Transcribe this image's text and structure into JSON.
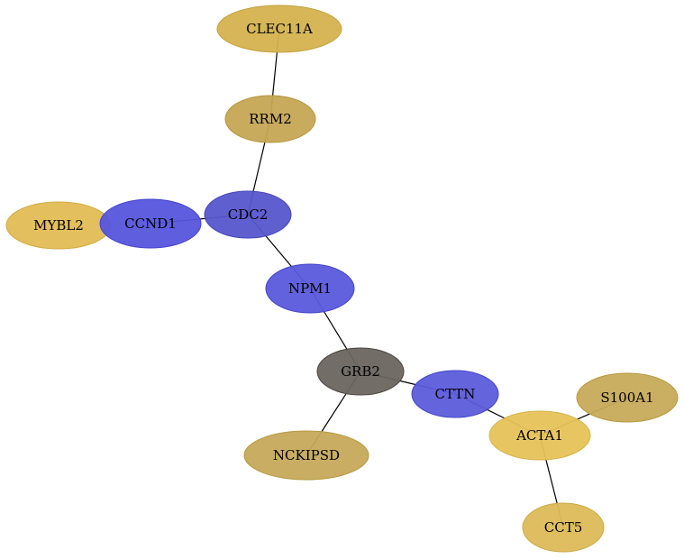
{
  "graph": {
    "nodes": [
      {
        "id": "CLEC11A",
        "label": "CLEC11A",
        "color": "#d4b24e",
        "stroke": "#c4a23e"
      },
      {
        "id": "RRM2",
        "label": "RRM2",
        "color": "#c6a655",
        "stroke": "#b6963e"
      },
      {
        "id": "MYBL2",
        "label": "MYBL2",
        "color": "#e1bc55",
        "stroke": "#d1ac45"
      },
      {
        "id": "CCND1",
        "label": "CCND1",
        "color": "#5555dd",
        "stroke": "#4444cc"
      },
      {
        "id": "CDC2",
        "label": "CDC2",
        "color": "#5656cc",
        "stroke": "#4646bb"
      },
      {
        "id": "NPM1",
        "label": "NPM1",
        "color": "#5a5adc",
        "stroke": "#4444cc"
      },
      {
        "id": "GRB2",
        "label": "GRB2",
        "color": "#6a655f",
        "stroke": "#4a4540"
      },
      {
        "id": "CTTN",
        "label": "CTTN",
        "color": "#5c5cdb",
        "stroke": "#4444cc"
      },
      {
        "id": "S100A1",
        "label": "S100A1",
        "color": "#c7aa58",
        "stroke": "#b7983f"
      },
      {
        "id": "ACTA1",
        "label": "ACTA1",
        "color": "#e6c35a",
        "stroke": "#d6b34a"
      },
      {
        "id": "NCKIPSD",
        "label": "NCKIPSD",
        "color": "#c6a95b",
        "stroke": "#b6993f"
      },
      {
        "id": "CCT5",
        "label": "CCT5",
        "color": "#dcba57",
        "stroke": "#ccaa47"
      }
    ],
    "edges": [
      [
        "CLEC11A",
        "RRM2"
      ],
      [
        "RRM2",
        "CDC2"
      ],
      [
        "CCND1",
        "CDC2"
      ],
      [
        "CDC2",
        "NPM1"
      ],
      [
        "NPM1",
        "GRB2"
      ],
      [
        "GRB2",
        "CTTN"
      ],
      [
        "GRB2",
        "NCKIPSD"
      ],
      [
        "CTTN",
        "ACTA1"
      ],
      [
        "ACTA1",
        "S100A1"
      ],
      [
        "ACTA1",
        "CCT5"
      ]
    ]
  }
}
